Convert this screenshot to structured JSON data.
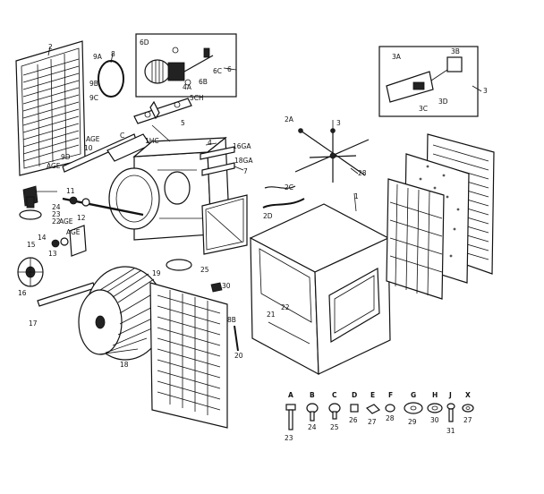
{
  "diagram": {
    "part_labels": {
      "p2": "2",
      "p8": "8",
      "p9A": "9A",
      "p9B": "9B",
      "p9C": "9C",
      "p9D": "9D",
      "p6D": "6D",
      "p6": "6",
      "p6C": "6C",
      "p6B": "6B",
      "p4A": "4A",
      "p5CH": "5CH",
      "p5": "5",
      "p1HC": "1HC",
      "pC": "C",
      "p4": "4",
      "pAGE1": "AGE",
      "p10": "10",
      "pAGE2": "AGE",
      "p11": "11",
      "p16GA": "16GA",
      "p18GA": "18GA",
      "p7": "7",
      "p24": "24",
      "p23": "23",
      "p22": "22",
      "pAGE3": "AGE",
      "p12": "12",
      "p14": "14",
      "p13": "13",
      "pAGE4": "AGE",
      "p15": "15",
      "p16": "16",
      "p17": "17",
      "p18": "18",
      "p19": "19",
      "p25": "25",
      "p30": "30",
      "p8B": "8B",
      "p20": "20",
      "p2A": "2A",
      "p3": "3",
      "p28": "28",
      "p2C": "2C",
      "p2D": "2D",
      "p1": "1",
      "p21": "21",
      "p22b": "22",
      "p3A": "3A",
      "p3B": "3B",
      "p3C": "3C",
      "p3D": "3D",
      "p3top": "3"
    },
    "hardware_letters": [
      "A",
      "B",
      "C",
      "D",
      "E",
      "F",
      "G",
      "H",
      "J",
      "X"
    ],
    "hardware_numbers": [
      "23",
      "24",
      "25",
      "26",
      "27",
      "28",
      "29",
      "30",
      "31",
      "27"
    ]
  }
}
